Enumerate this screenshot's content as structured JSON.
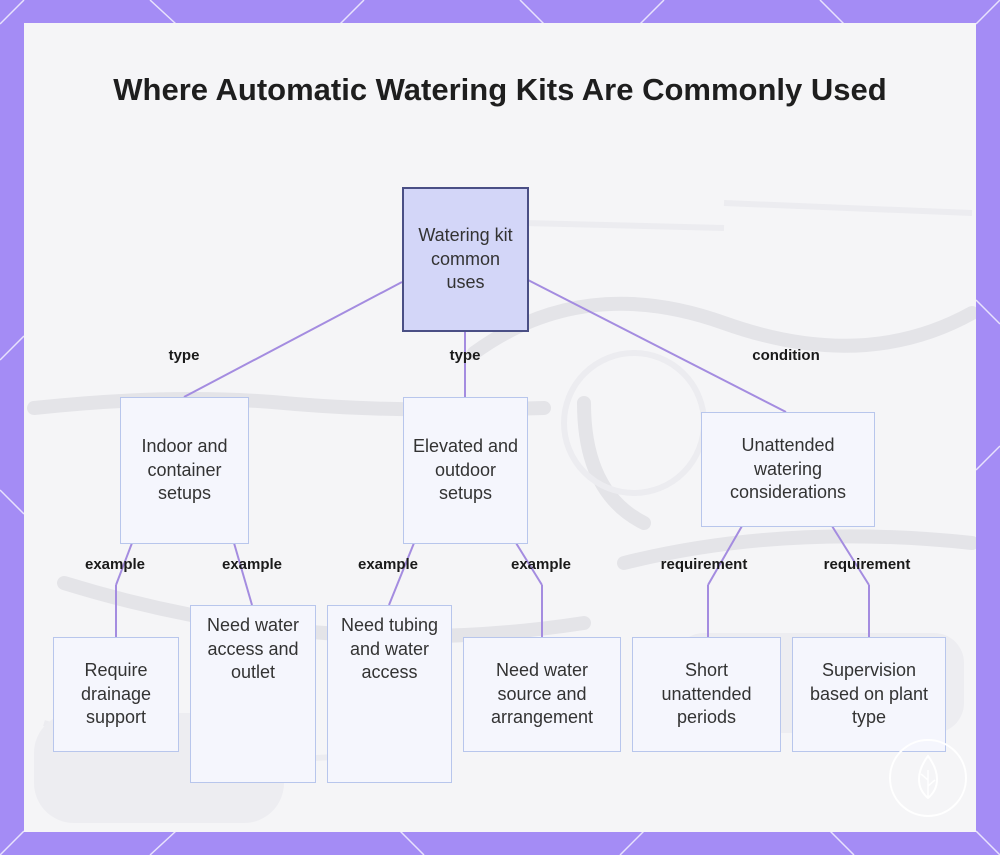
{
  "title": "Where Automatic Watering Kits Are Commonly Used",
  "colors": {
    "frame": "#a48cf5",
    "card": "#f5f5f7",
    "edge": "#a48ce0",
    "root_fill": "#d3d6f8",
    "root_border": "#4a4f85",
    "node_fill": "#f5f6fd",
    "node_border": "#b8c6ec"
  },
  "nodes": {
    "root": "Watering kit common uses",
    "indoor": "Indoor and container setups",
    "elevated": "Elevated and outdoor setups",
    "unattended": "Unattended watering considerations",
    "drainage": "Require drainage support",
    "water_outlet": "Need water access and outlet",
    "tubing": "Need tubing and water access",
    "source": "Need water source and arrangement",
    "short": "Short unattended periods",
    "supervision": "Supervision based on plant type"
  },
  "edge_labels": {
    "root_indoor": "type",
    "root_elevated": "type",
    "root_unattended": "condition",
    "indoor_drainage": "example",
    "indoor_outlet": "example",
    "elevated_tubing": "example",
    "elevated_source": "example",
    "unattended_short": "requirement",
    "unattended_supervision": "requirement"
  },
  "logo_icon": "plant-drop-icon"
}
